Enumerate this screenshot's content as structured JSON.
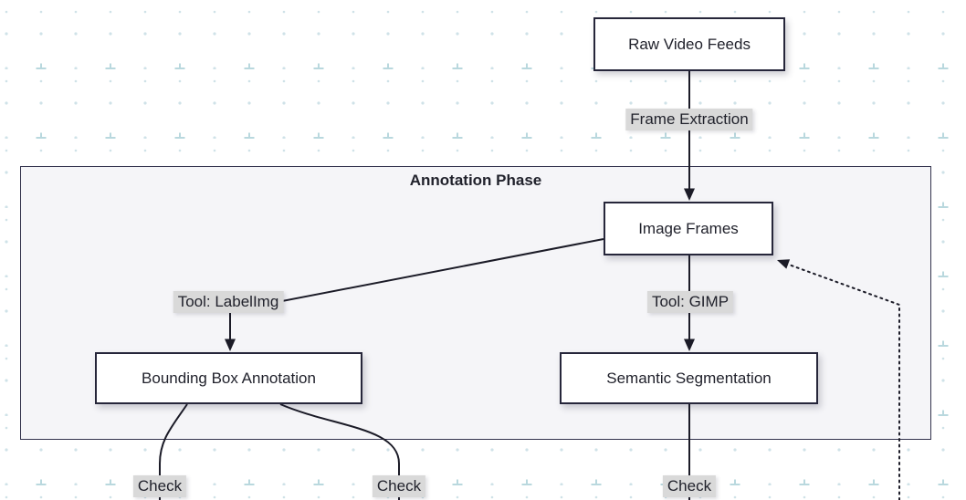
{
  "diagram": {
    "type": "flowchart",
    "subgraph_label": "Annotation Phase",
    "nodes": {
      "raw_video_feeds": "Raw Video Feeds",
      "image_frames": "Image Frames",
      "bounding_box_annotation": "Bounding Box Annotation",
      "semantic_segmentation": "Semantic Segmentation"
    },
    "edge_labels": {
      "frame_extraction": "Frame Extraction",
      "tool_labelimg": "Tool: LabelImg",
      "tool_gimp": "Tool: GIMP"
    },
    "check_labels": [
      "Check",
      "Check",
      "Check"
    ]
  },
  "colors": {
    "canvas_bg": "#ffffff",
    "node_fill": "#ffffff",
    "node_border": "#26263a",
    "edge": "#1b1b27",
    "text": "#21222c",
    "label_bg": "#d9d9d9",
    "subgraph_fill": "#f5f5f8",
    "subgraph_border": "#33334d",
    "pattern_plus": "#b9d8de",
    "pattern_dot": "#cfe2e8"
  }
}
